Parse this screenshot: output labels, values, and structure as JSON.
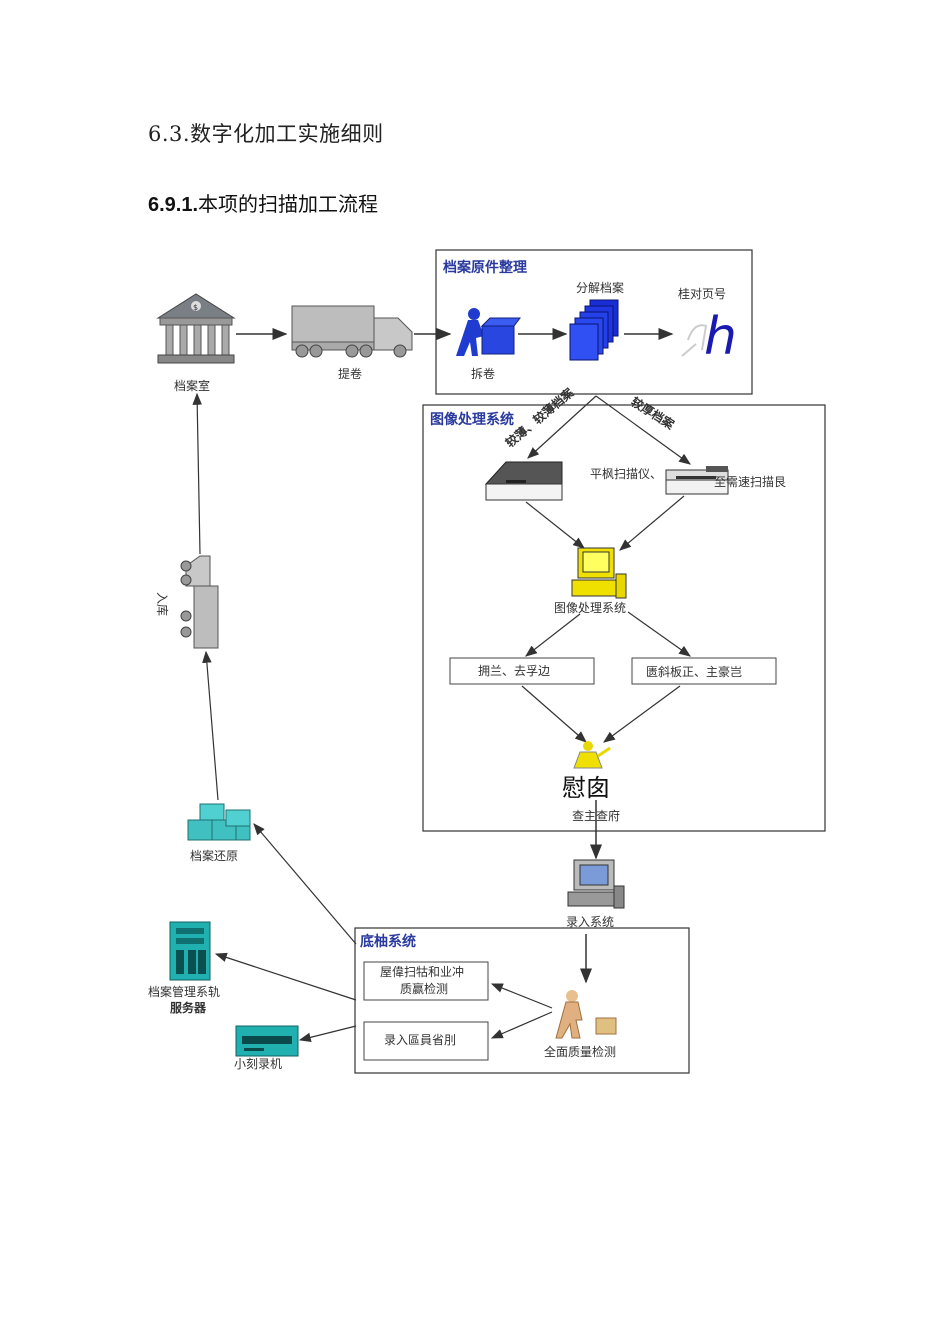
{
  "heading1": "6.3.数字化加工实施细则",
  "heading2": {
    "number": "6.9.1.",
    "text": "本项的扫描加工流程"
  },
  "diagram": {
    "archive_room": "档案室",
    "pickup": "提卷",
    "section_organize": {
      "title": "档案原件整理",
      "unpack": "拆卷",
      "split": "分解档案",
      "page_check": "桂对页号",
      "glyph": "h"
    },
    "section_image": {
      "title": "图像处理系统",
      "arrow_left": "较薄、较薄档案",
      "arrow_right": "较厚档案",
      "flatbed": "平枫扫描仪、",
      "highspeed": "至需速扫描艮",
      "processing": "图像处理系统",
      "box_left": "拥兰、去孚边",
      "box_right": "匮斜板正、主豪岂",
      "inspect_big": "慰囱",
      "inspect_label": "查主查府"
    },
    "entry_system": "录入系统",
    "section_base": {
      "title": "底柚系统",
      "box_top_line1": "屋偉扫牯和业冲",
      "box_top_line2": "质赢检测",
      "box_bottom": "录入區員省刖",
      "full_check": "全面质量检测"
    },
    "restore": "档案还原",
    "storage_in": "入库",
    "server_line1": "档案管理系轨",
    "server_line2": "服务器",
    "burner": "小刻录机"
  }
}
